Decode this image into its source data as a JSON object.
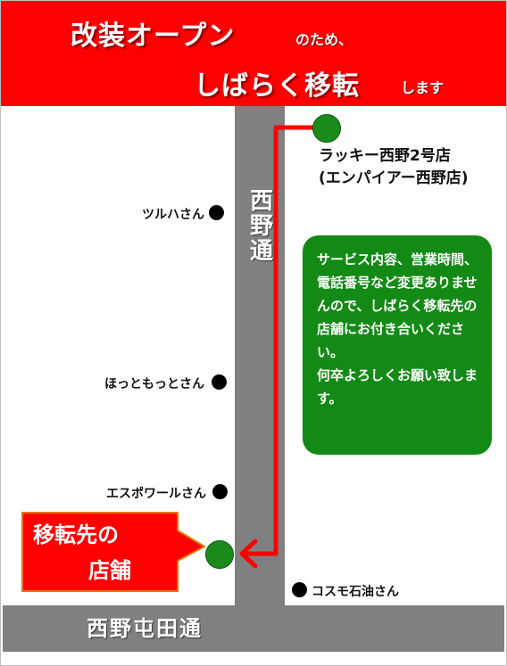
{
  "banner": {
    "line1_main": "改装オープン",
    "line1_small": "のため、",
    "line2_main": "しばらく移転",
    "line2_small": "します",
    "bg_color": "#ff0000"
  },
  "roads": {
    "vertical": "西野通",
    "horizontal": "西野屯田通"
  },
  "landmarks": {
    "tsuruha": "ツルハさん",
    "hottomotto": "ほっともっとさん",
    "esupowaru": "エスポワールさん",
    "kosumo": "コスモ石油さん"
  },
  "current_store": {
    "line1": "ラッキー西野2号店",
    "line2": "(エンパイアー西野店)"
  },
  "notice": {
    "text": "サービス内容、営業時間、電話番号など変更ありませんので、しばらく移転先の店舗にお付き合いください。\n何卒よろしくお願い致します。",
    "bg_color": "#138a16"
  },
  "callout": {
    "line1": "移転先の",
    "line2": "店舗",
    "bg_color": "#ff0000"
  },
  "colors": {
    "route": "#ff0000",
    "store_marker": "#1a8a1a",
    "road": "#808080"
  }
}
